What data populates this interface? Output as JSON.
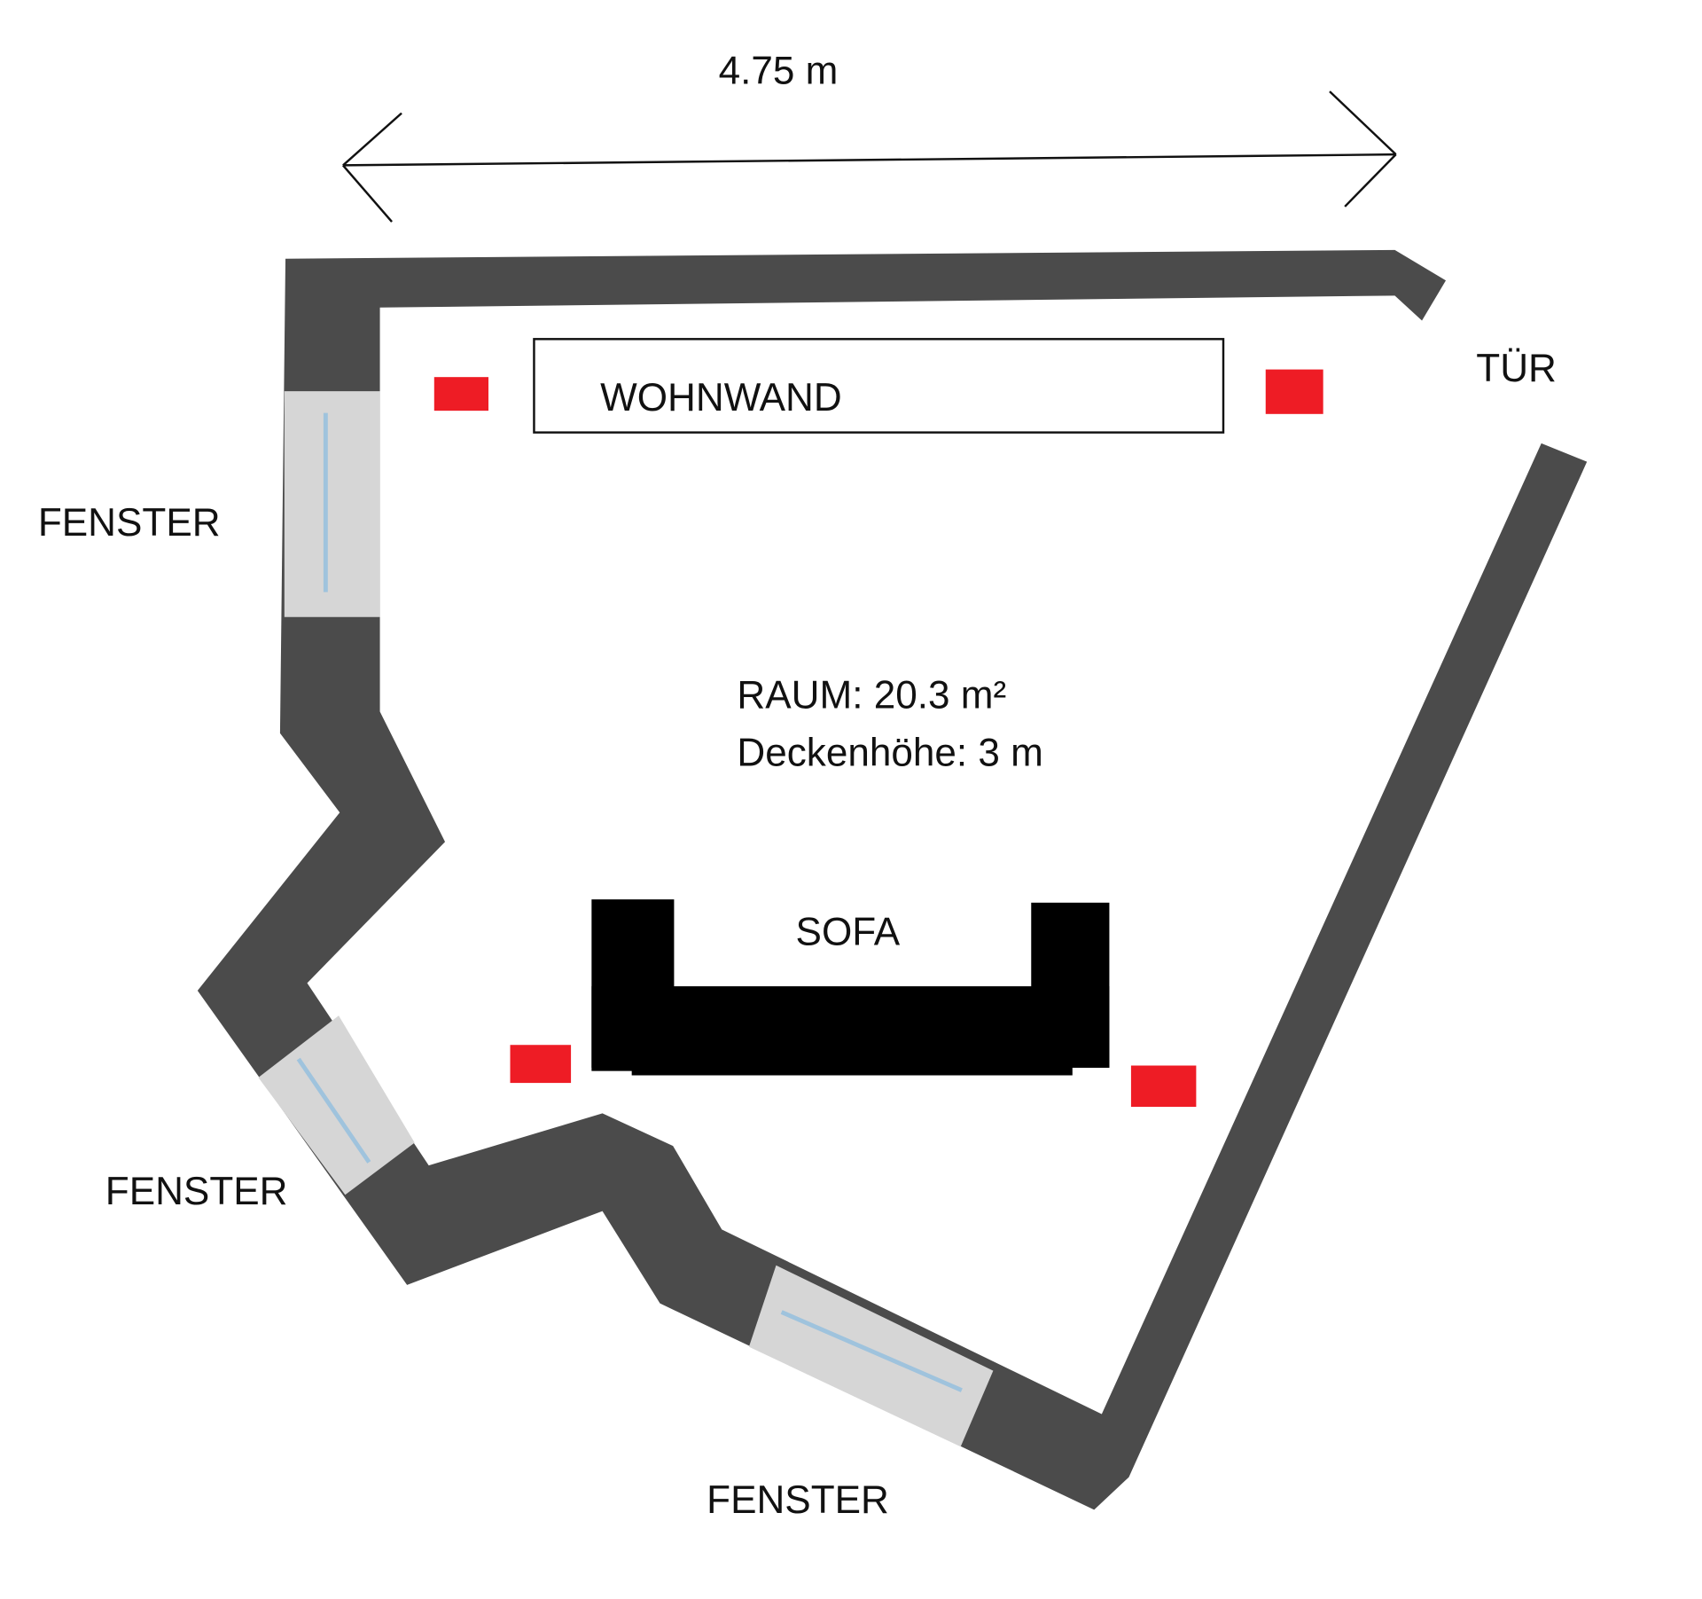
{
  "dimension": {
    "label": "4.75 m"
  },
  "labels": {
    "window_left": "FENSTER",
    "window_bottom_left": "FENSTER",
    "window_bottom": "FENSTER",
    "door": "TÜR",
    "wall_unit": "WOHNWAND",
    "sofa": "SOFA",
    "room_area": "RAUM: 20.3 m²",
    "ceiling_height": "Deckenhöhe: 3 m"
  },
  "colors": {
    "wall": "#4b4b4b",
    "window": "#d6d6d6",
    "marker": "#ee1c25",
    "furniture": "#000000"
  }
}
